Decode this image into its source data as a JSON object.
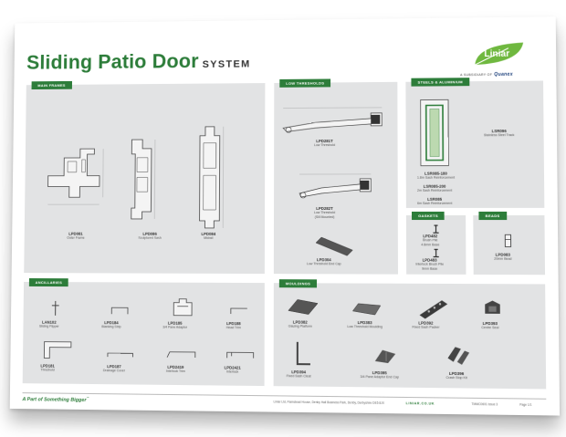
{
  "title": "Sliding Patio Door",
  "title_suffix": "SYSTEM",
  "logo": {
    "brand": "Liniar",
    "subsidiary": "A SUBSIDIARY OF",
    "parent": "Quanex"
  },
  "sections": {
    "main_frames": {
      "label": "MAIN FRAMES",
      "parts": [
        {
          "code": "LPD081",
          "desc": "Outer Frame"
        },
        {
          "code": "LPD086",
          "desc": "Sculptured Sash"
        },
        {
          "code": "LPD084",
          "desc": "Midrail"
        }
      ]
    },
    "low_thresholds": {
      "label": "LOW THRESHOLDS",
      "parts": [
        {
          "code": "LPD281T",
          "desc": "Low Threshold"
        },
        {
          "code": "LPD282T",
          "desc": "Low Threshold",
          "desc2": "(Sill Mounted)"
        },
        {
          "code": "LPD304",
          "desc": "Low Threshold End Cap"
        }
      ]
    },
    "steels": {
      "label": "STEELS & ALUMINIUM",
      "parts": [
        {
          "code": "LSR096",
          "desc": "Stainless Steel Track"
        },
        {
          "code": "LSR085-180",
          "desc": "1.8m Sash Reinforcement"
        },
        {
          "code": "LSR085-200",
          "desc": "2m Sash Reinforcement"
        },
        {
          "code": "LSR085",
          "desc": "6m Sash Reinforcement"
        }
      ]
    },
    "gaskets": {
      "label": "GASKETS",
      "parts": [
        {
          "code": "LPD482",
          "desc": "Brush Pile",
          "desc2": "4.8mm Base"
        },
        {
          "code": "LPD483",
          "desc": "Interlock Brush Pile",
          "desc2": "9mm Base"
        }
      ]
    },
    "beads": {
      "label": "BEADS",
      "parts": [
        {
          "code": "LPD083",
          "desc": "20mm Bead"
        }
      ]
    },
    "ancillaries": {
      "label": "ANCILLARIES",
      "parts": [
        {
          "code": "LAN102",
          "desc": "Sliding Flipper"
        },
        {
          "code": "LPD184",
          "desc": "Blanking Strip"
        },
        {
          "code": "LPD185",
          "desc": "3/4 Pane Adaptor"
        },
        {
          "code": "LPD188",
          "desc": "Head Trim"
        },
        {
          "code": "LPD181",
          "desc": "Threshold"
        },
        {
          "code": "LPD187",
          "desc": "Drainage Cover"
        },
        {
          "code": "LPD2419",
          "desc": "Interlock Trim"
        },
        {
          "code": "LPD2421",
          "desc": "Interlock"
        }
      ]
    },
    "mouldings": {
      "label": "MOULDINGS",
      "parts": [
        {
          "code": "LPD382",
          "desc": "Glazing Platform"
        },
        {
          "code": "LPD383",
          "desc": "Low Threshold Moulding"
        },
        {
          "code": "LPD392",
          "desc": "Fixed Sash Packer"
        },
        {
          "code": "LPD393",
          "desc": "Centre Seal"
        },
        {
          "code": "LPD394",
          "desc": "Fixed Sash Cleat"
        },
        {
          "code": "LPD395",
          "desc": "3/4 Pane Adaptor End Cap"
        },
        {
          "code": "LPD396",
          "desc": "Crash Stop Kit"
        }
      ]
    }
  },
  "footer": {
    "slogan": "A Part of Something Bigger",
    "tm": "™",
    "address": "Liniar Ltd, Flamstead House, Denby Hall Business Park, Denby, Derbyshire DE5 8JX",
    "website": "LINIAR.CO.UK",
    "issue": "TMMC0601 Issue 3",
    "page": "Page 1/1"
  },
  "colors": {
    "brand_green": "#2d7d3a",
    "panel_grey": "#e2e3e4"
  }
}
